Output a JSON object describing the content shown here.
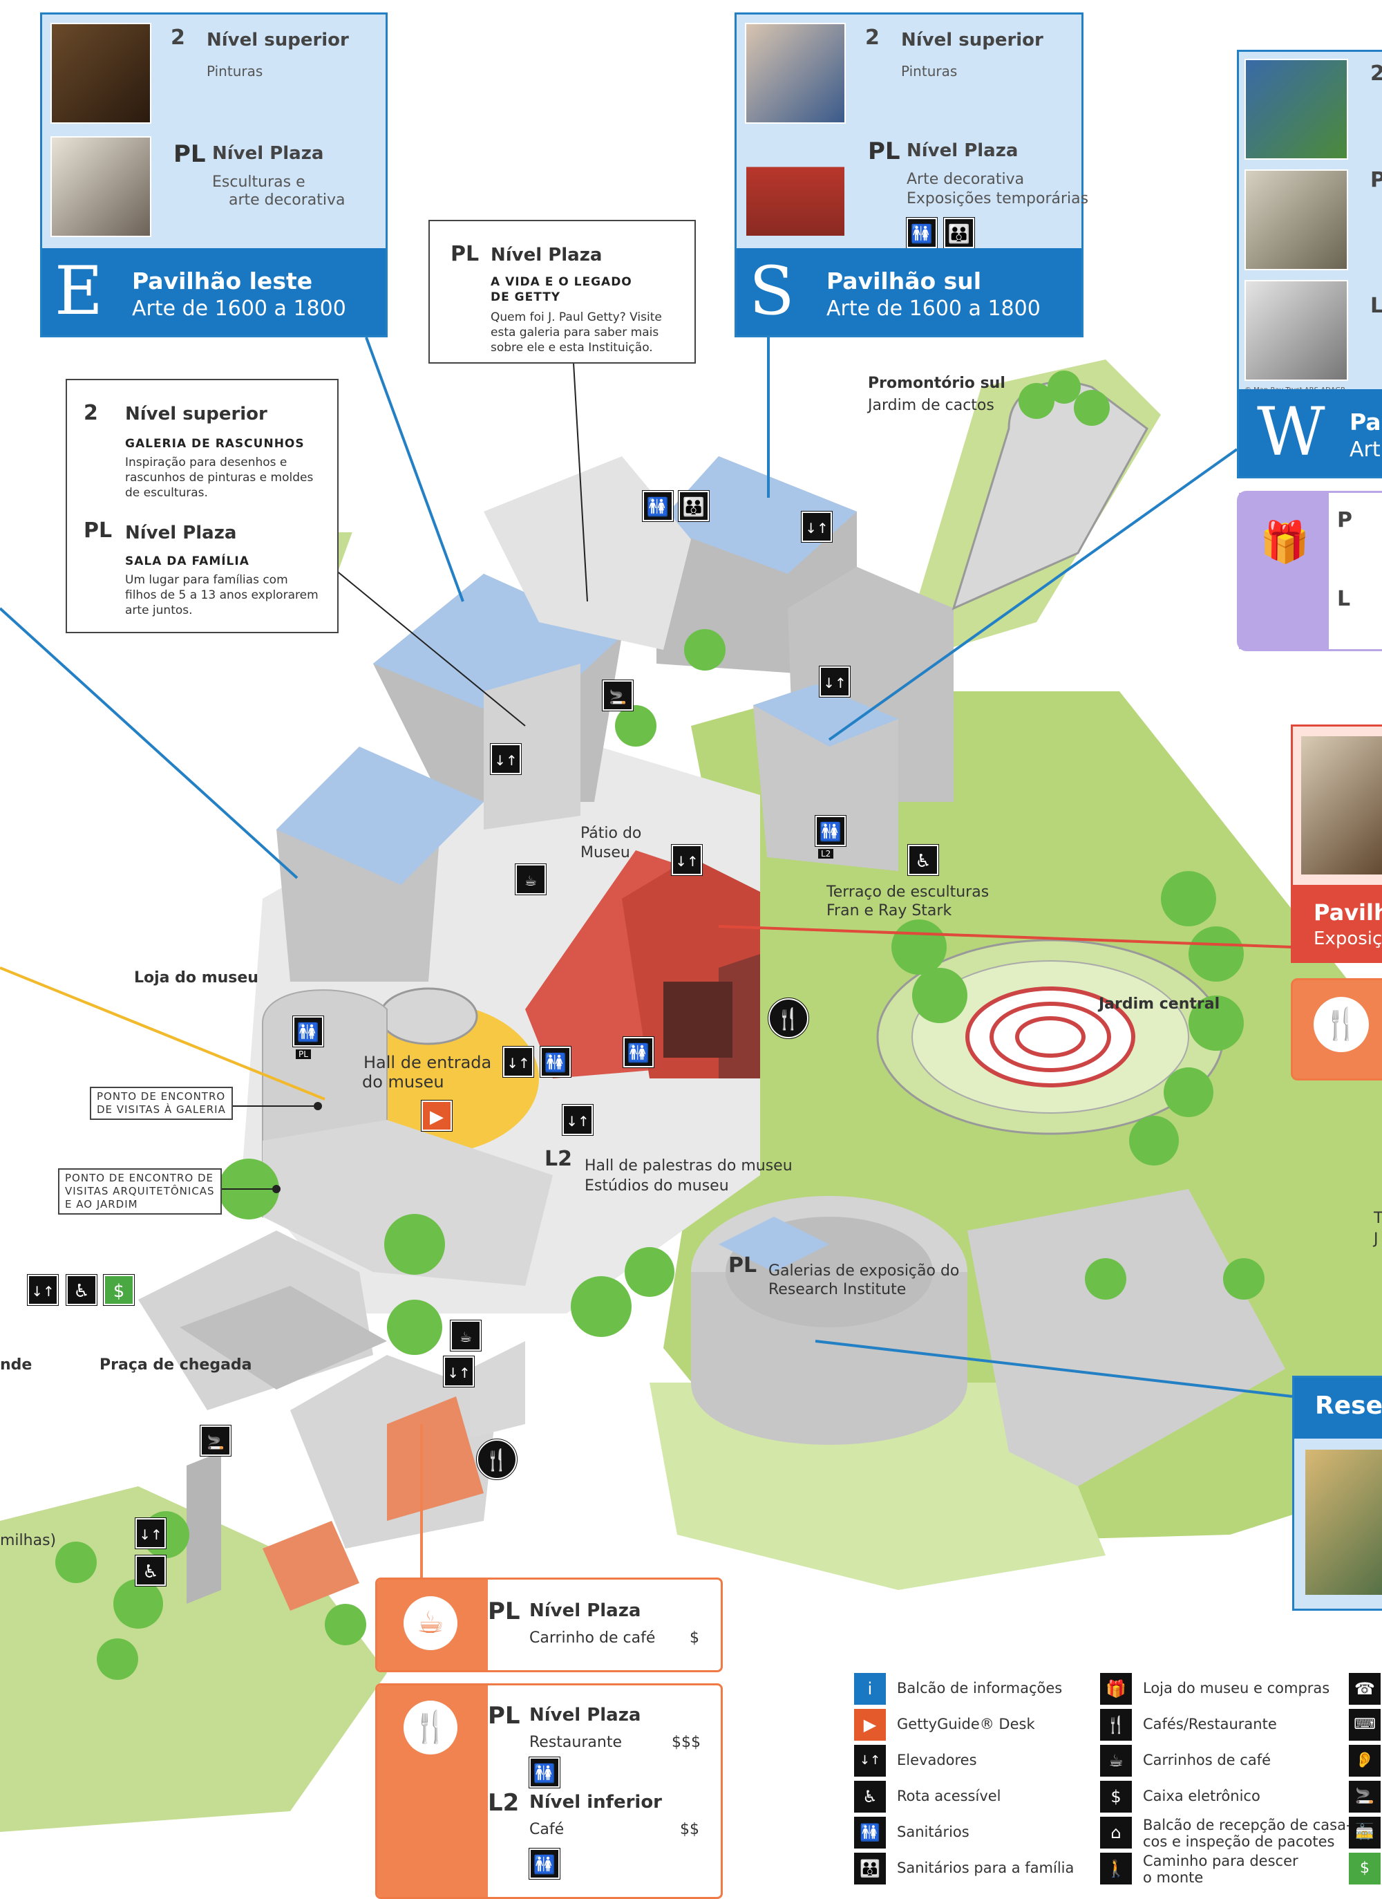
{
  "colors": {
    "blue_accent": "#1a77c2",
    "light_blue": "#cfe4f6",
    "red_accent": "#e04a3a",
    "orange_accent": "#f0834f",
    "purple_accent": "#b8a6e6",
    "lawn_green": "#b7d67a",
    "tree_green": "#6cc04a",
    "building_gray": "#c8c8c8",
    "roof_blue": "#a9c6e8",
    "hall_yellow": "#f7c843"
  },
  "pavilion_east": {
    "upper_code": "2",
    "upper_title": "Nível superior",
    "upper_desc": "Pinturas",
    "plaza_code": "PL",
    "plaza_title": "Nível Plaza",
    "plaza_desc1": "Esculturas e",
    "plaza_desc2": "arte decorativa",
    "letter": "E",
    "name": "Pavilhão leste",
    "period": "Arte de 1600 a 1800"
  },
  "pavilion_south": {
    "upper_code": "2",
    "upper_title": "Nível superior",
    "upper_desc": "Pinturas",
    "plaza_code": "PL",
    "plaza_title": "Nível Plaza",
    "plaza_desc1": "Arte decorativa",
    "plaza_desc2": "Exposições temporárias",
    "letter": "S",
    "name": "Pavilhão sul",
    "period": "Arte de 1600 a 1800"
  },
  "pavilion_west": {
    "code_upper": "2",
    "code_plaza": "P",
    "code_lower": "L",
    "credit": "© Man Ray Trust ARS-ADAGP",
    "letter": "W",
    "name": "Pa",
    "period": "Art"
  },
  "gift_panel": {
    "code_plaza": "P",
    "code_lower": "L"
  },
  "getty_box": {
    "code": "PL",
    "title": "Nível Plaza",
    "caption1": "A VIDA E O LEGADO",
    "caption2": "DE GETTY",
    "desc": [
      "Quem foi J. Paul Getty? Visite",
      "esta galeria para saber mais",
      "sobre ele e esta Instituição."
    ]
  },
  "sketch_box": {
    "upper_code": "2",
    "upper_title": "Nível superior",
    "upper_caption": "GALERIA DE RASCUNHOS",
    "upper_desc": [
      "Inspiração para desenhos e",
      "rascunhos de pinturas e moldes",
      "de esculturas."
    ],
    "plaza_code": "PL",
    "plaza_title": "Nível Plaza",
    "plaza_caption": "SALA DA FAMÍLIA",
    "plaza_desc": [
      "Um lugar para famílias com",
      "filhos de 5 a 13 anos explorarem",
      "arte juntos."
    ]
  },
  "map_labels": {
    "promontory1": "Promontório sul",
    "promontory2": "Jardim de cactos",
    "patio1": "Pátio do",
    "patio2": "Museu",
    "terrace1": "Terraço de esculturas",
    "terrace2": "Fran e Ray Stark",
    "central_garden": "Jardim central",
    "museum_store": "Loja do museu",
    "entrance_hall1": "Hall de entrada",
    "entrance_hall2": "do museu",
    "lecture_code": "L2",
    "lecture1": "Hall de palestras do museu",
    "lecture2": "Estúdios do museu",
    "research_code": "PL",
    "research1": "Galerias de exposição do",
    "research2": "Research Institute",
    "arrival_plaza": "Praça de chegada",
    "meeting_gallery1": "PONTO DE ENCONTRO",
    "meeting_gallery2": "DE VISITAS À GALERIA",
    "meeting_arch1": "PONTO DE ENCONTRO DE",
    "meeting_arch2": "VISITAS ARQUITETÔNICAS",
    "meeting_arch3": "E AO JARDIM",
    "edge_left1": "nde",
    "edge_left2": "milhas)",
    "edge_right1": "T",
    "edge_right2": "J",
    "restroom_tag_pl": "PL",
    "restroom_tag_l2": "L2"
  },
  "exhibit_panel": {
    "name": "Pavilh",
    "sub": "Exposiç"
  },
  "research_panel": {
    "name": "Resea"
  },
  "coffee_cart": {
    "code": "PL",
    "title": "Nível Plaza",
    "item": "Carrinho de café",
    "price": "$"
  },
  "restaurant": {
    "code_plaza": "PL",
    "title_plaza": "Nível Plaza",
    "item_plaza": "Restaurante",
    "price_plaza": "$$$",
    "code_lower": "L2",
    "title_lower": "Nível inferior",
    "item_lower": "Café",
    "price_lower": "$$"
  },
  "legend_left": [
    {
      "icon": "info-icon",
      "glyph": "i",
      "label": "Balcão de informações"
    },
    {
      "icon": "gettyguide-icon",
      "glyph": "▶",
      "label": "GettyGuide® Desk"
    },
    {
      "icon": "elevator-icon",
      "glyph": "↓↑",
      "label": "Elevadores"
    },
    {
      "icon": "accessible-icon",
      "glyph": "♿",
      "label": "Rota acessível"
    },
    {
      "icon": "restroom-icon",
      "glyph": "🚻",
      "label": "Sanitários"
    },
    {
      "icon": "family-restroom-icon",
      "glyph": "👪",
      "label": "Sanitários para a família"
    }
  ],
  "legend_right": [
    {
      "icon": "gift-icon",
      "glyph": "🎁",
      "label": "Loja do museu e compras"
    },
    {
      "icon": "restaurant-icon",
      "glyph": "🍴",
      "label": "Cafés/Restaurante"
    },
    {
      "icon": "coffee-icon",
      "glyph": "☕",
      "label": "Carrinhos de café"
    },
    {
      "icon": "atm-icon",
      "glyph": "$",
      "label": "Caixa eletrônico"
    },
    {
      "icon": "coat-check-icon",
      "glyph": "⌂",
      "label": "Balcão de recepção de casa-",
      "label2": "cos e inspeção de pacotes"
    },
    {
      "icon": "walking-icon",
      "glyph": "🚶",
      "label": "Caminho para descer",
      "label2": "o monte"
    }
  ]
}
